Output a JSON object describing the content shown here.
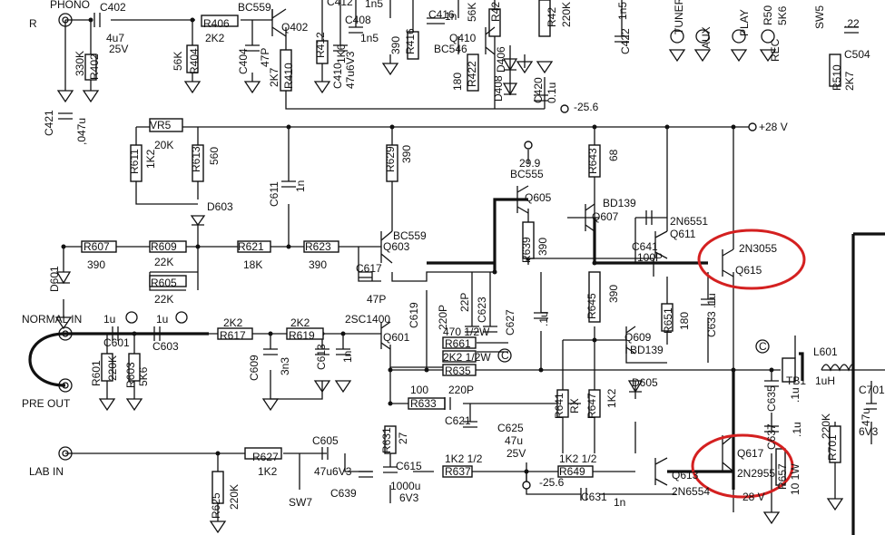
{
  "labels": [
    {
      "id": "phono",
      "text": "PHONO",
      "rot": 0
    },
    {
      "id": "c402",
      "text": "C402",
      "rot": 0
    },
    {
      "id": "r-ch",
      "text": "R",
      "rot": 0
    },
    {
      "id": "c402v",
      "text": "4u7",
      "rot": 0
    },
    {
      "id": "c402r",
      "text": "25V",
      "rot": 0
    },
    {
      "id": "r406",
      "text": "R406",
      "rot": 0
    },
    {
      "id": "r406v",
      "text": "2K2",
      "rot": 0
    },
    {
      "id": "bc559a",
      "text": "BC559",
      "rot": 0
    },
    {
      "id": "q402",
      "text": "Q402",
      "rot": 0
    },
    {
      "id": "r402v",
      "text": "330K",
      "rot": -90
    },
    {
      "id": "r402",
      "text": "R402",
      "rot": -90
    },
    {
      "id": "r404v",
      "text": "56K",
      "rot": -90
    },
    {
      "id": "r404",
      "text": "R404",
      "rot": -90
    },
    {
      "id": "c404",
      "text": "C404",
      "rot": -90
    },
    {
      "id": "c404v",
      "text": "47P",
      "rot": -90
    },
    {
      "id": "r410v",
      "text": "2K7",
      "rot": -90
    },
    {
      "id": "r410",
      "text": "R410",
      "rot": -90
    },
    {
      "id": "r412",
      "text": "R412",
      "rot": -90
    },
    {
      "id": "c412",
      "text": "C412",
      "rot": 0
    },
    {
      "id": "c408",
      "text": "C408",
      "rot": 0
    },
    {
      "id": "c408v",
      "text": "1n5",
      "rot": 0
    },
    {
      "id": "c408t",
      "text": "1n5",
      "rot": 0
    },
    {
      "id": "c410",
      "text": "C410",
      "rot": -90
    },
    {
      "id": "c410v",
      "text": "47u6V3",
      "rot": -90
    },
    {
      "id": "c410r",
      "text": "1K6",
      "rot": -90
    },
    {
      "id": "r416v",
      "text": "390",
      "rot": -90
    },
    {
      "id": "r416",
      "text": "R416",
      "rot": -90
    },
    {
      "id": "c416",
      "text": "C416",
      "rot": 0
    },
    {
      "id": "c416v",
      "text": "1n",
      "rot": 0
    },
    {
      "id": "r42x",
      "text": "R42",
      "rot": -90
    },
    {
      "id": "r42xv",
      "text": "56K",
      "rot": -90
    },
    {
      "id": "q410",
      "text": "Q410",
      "rot": 0
    },
    {
      "id": "bc546",
      "text": "BC546",
      "rot": 0
    },
    {
      "id": "r422v",
      "text": "180",
      "rot": -90
    },
    {
      "id": "r422",
      "text": "R422",
      "rot": -90
    },
    {
      "id": "d408",
      "text": "D408",
      "rot": -90
    },
    {
      "id": "d406",
      "text": "D406",
      "rot": -90
    },
    {
      "id": "c420",
      "text": "C420",
      "rot": -90
    },
    {
      "id": "c420v",
      "text": "0.1u",
      "rot": -90
    },
    {
      "id": "r42b",
      "text": "R42",
      "rot": -90
    },
    {
      "id": "r42bv",
      "text": "220K",
      "rot": -90
    },
    {
      "id": "c422",
      "text": "C422",
      "rot": -90
    },
    {
      "id": "c422v",
      "text": "1n5",
      "rot": -90
    },
    {
      "id": "neg256a",
      "text": "-25.6",
      "rot": 0
    },
    {
      "id": "tuner",
      "text": "TUNER",
      "rot": -90
    },
    {
      "id": "aux",
      "text": "AUX",
      "rot": -90
    },
    {
      "id": "play",
      "text": "PLAY",
      "rot": -90
    },
    {
      "id": "r50",
      "text": "R50",
      "rot": -90
    },
    {
      "id": "rec",
      "text": "REC",
      "rot": -90
    },
    {
      "id": "r50v",
      "text": "5K6",
      "rot": -90
    },
    {
      "id": "sw5",
      "text": "SW5",
      "rot": -90
    },
    {
      "id": "c504v",
      "text": ".22",
      "rot": 0
    },
    {
      "id": "c504",
      "text": "C504",
      "rot": 0
    },
    {
      "id": "r510",
      "text": "R510",
      "rot": -90
    },
    {
      "id": "r510v",
      "text": "2K7",
      "rot": -90
    },
    {
      "id": "c421",
      "text": "C421",
      "rot": -90
    },
    {
      "id": "c421v",
      "text": ",047u",
      "rot": -90
    },
    {
      "id": "plus28",
      "text": "+28 V",
      "rot": 0
    },
    {
      "id": "vr5",
      "text": "VR5",
      "rot": 0
    },
    {
      "id": "vr5v",
      "text": "20K",
      "rot": 0
    },
    {
      "id": "r611",
      "text": "R611",
      "rot": -90
    },
    {
      "id": "r611v",
      "text": "1K2",
      "rot": -90
    },
    {
      "id": "r613",
      "text": "R613",
      "rot": -90
    },
    {
      "id": "r613v",
      "text": "560",
      "rot": -90
    },
    {
      "id": "d603",
      "text": "D603",
      "rot": 0
    },
    {
      "id": "c611",
      "text": "C611",
      "rot": -90
    },
    {
      "id": "c611v",
      "text": "1n",
      "rot": -90
    },
    {
      "id": "r629",
      "text": "R629",
      "rot": -90
    },
    {
      "id": "r629v",
      "text": "390",
      "rot": -90
    },
    {
      "id": "v299",
      "text": "29.9",
      "rot": 0
    },
    {
      "id": "bc555",
      "text": "BC555",
      "rot": 0
    },
    {
      "id": "r643",
      "text": "R643",
      "rot": -90
    },
    {
      "id": "r643v",
      "text": "68",
      "rot": -90
    },
    {
      "id": "q605",
      "text": "Q605",
      "rot": 0
    },
    {
      "id": "bd139a",
      "text": "BD139",
      "rot": 0
    },
    {
      "id": "q607",
      "text": "Q607",
      "rot": 0
    },
    {
      "id": "n6551",
      "text": "2N6551",
      "rot": 0
    },
    {
      "id": "q611",
      "text": "Q611",
      "rot": 0
    },
    {
      "id": "r639",
      "text": "R639",
      "rot": -90
    },
    {
      "id": "r639v",
      "text": "390",
      "rot": -90
    },
    {
      "id": "c641",
      "text": "C641",
      "rot": 0
    },
    {
      "id": "c641v",
      "text": "100P",
      "rot": 0
    },
    {
      "id": "n3055",
      "text": "2N3055",
      "rot": 0
    },
    {
      "id": "q615",
      "text": "Q615",
      "rot": 0
    },
    {
      "id": "r607",
      "text": "R607",
      "rot": 0
    },
    {
      "id": "r607v",
      "text": "390",
      "rot": 0
    },
    {
      "id": "r609",
      "text": "R609",
      "rot": 0
    },
    {
      "id": "r609v",
      "text": "22K",
      "rot": 0
    },
    {
      "id": "r621",
      "text": "R621",
      "rot": 0
    },
    {
      "id": "r621v",
      "text": "18K",
      "rot": 0
    },
    {
      "id": "r623",
      "text": "R623",
      "rot": 0
    },
    {
      "id": "r623v",
      "text": "390",
      "rot": 0
    },
    {
      "id": "bc559b",
      "text": "BC559",
      "rot": 0
    },
    {
      "id": "q603",
      "text": "Q603",
      "rot": 0
    },
    {
      "id": "d601",
      "text": "D601",
      "rot": -90
    },
    {
      "id": "r605",
      "text": "R605",
      "rot": 0
    },
    {
      "id": "r605v",
      "text": "22K",
      "rot": 0
    },
    {
      "id": "c617",
      "text": "C617",
      "rot": 0
    },
    {
      "id": "c617v",
      "text": "47P",
      "rot": 0
    },
    {
      "id": "c619",
      "text": "C619",
      "rot": -90
    },
    {
      "id": "c619v",
      "text": "220P",
      "rot": -90
    },
    {
      "id": "c623v",
      "text": "22P",
      "rot": -90
    },
    {
      "id": "c623",
      "text": "C623",
      "rot": -90
    },
    {
      "id": "c627",
      "text": "C627",
      "rot": -90
    },
    {
      "id": "c627v",
      "text": ".1u",
      "rot": -90
    },
    {
      "id": "r645",
      "text": "R645",
      "rot": -90
    },
    {
      "id": "r645v",
      "text": "390",
      "rot": -90
    },
    {
      "id": "r651",
      "text": "R651",
      "rot": -90
    },
    {
      "id": "r651v",
      "text": "180",
      "rot": -90
    },
    {
      "id": "c633",
      "text": "C633 .1u",
      "rot": -90
    },
    {
      "id": "normal",
      "text": "NORMAL IN",
      "rot": 0
    },
    {
      "id": "c601v",
      "text": "1u",
      "rot": 0
    },
    {
      "id": "c601",
      "text": "C601",
      "rot": 0
    },
    {
      "id": "c603v",
      "text": "1u",
      "rot": 0
    },
    {
      "id": "c603",
      "text": "C603",
      "rot": 0
    },
    {
      "id": "r617v",
      "text": "2K2",
      "rot": 0
    },
    {
      "id": "r617",
      "text": "R617",
      "rot": 0
    },
    {
      "id": "r619v",
      "text": "2K2",
      "rot": 0
    },
    {
      "id": "r619",
      "text": "R619",
      "rot": 0
    },
    {
      "id": "sc1400",
      "text": "2SC1400",
      "rot": 0
    },
    {
      "id": "q601",
      "text": "Q601",
      "rot": 0
    },
    {
      "id": "r661v",
      "text": "470 1/2W",
      "rot": 0
    },
    {
      "id": "r661",
      "text": "R661",
      "rot": 0
    },
    {
      "id": "r635v",
      "text": "2K2 1/2W",
      "rot": 0
    },
    {
      "id": "r635",
      "text": "R635",
      "rot": 0
    },
    {
      "id": "cmark1",
      "text": "C",
      "rot": 0
    },
    {
      "id": "q609",
      "text": "Q609",
      "rot": 0
    },
    {
      "id": "bd139b",
      "text": "BD139",
      "rot": 0
    },
    {
      "id": "cmark2",
      "text": "C",
      "rot": 0
    },
    {
      "id": "tb1",
      "text": "TB1",
      "rot": 0
    },
    {
      "id": "l601",
      "text": "L601",
      "rot": 0
    },
    {
      "id": "l601v",
      "text": "1uH",
      "rot": 0
    },
    {
      "id": "c701",
      "text": "C701",
      "rot": 0
    },
    {
      "id": "c701v",
      "text": "47u",
      "rot": -90
    },
    {
      "id": "c701r",
      "text": "6V3",
      "rot": 0
    },
    {
      "id": "r601",
      "text": "R601",
      "rot": -90
    },
    {
      "id": "r601v",
      "text": "220K",
      "rot": -90
    },
    {
      "id": "r603",
      "text": "R603",
      "rot": -90
    },
    {
      "id": "r603v",
      "text": "5K6",
      "rot": -90
    },
    {
      "id": "preout",
      "text": "PRE OUT",
      "rot": 0
    },
    {
      "id": "c609",
      "text": "C609",
      "rot": -90
    },
    {
      "id": "c609v",
      "text": "3n3",
      "rot": -90
    },
    {
      "id": "c613",
      "text": "C613",
      "rot": -90
    },
    {
      "id": "c613v",
      "text": "1n",
      "rot": -90
    },
    {
      "id": "c621v",
      "text": "220P",
      "rot": 0
    },
    {
      "id": "c621",
      "text": "C621",
      "rot": 0
    },
    {
      "id": "r633v",
      "text": "100",
      "rot": 0
    },
    {
      "id": "r633",
      "text": "R633",
      "rot": 0
    },
    {
      "id": "r641",
      "text": "R641",
      "rot": -90
    },
    {
      "id": "r641v",
      "text": "RX",
      "rot": -90
    },
    {
      "id": "r647",
      "text": "R647",
      "rot": -90
    },
    {
      "id": "r647v",
      "text": "1K2",
      "rot": -90
    },
    {
      "id": "d605",
      "text": "D605",
      "rot": 0
    },
    {
      "id": "c635",
      "text": "C635",
      "rot": -90
    },
    {
      "id": "c635v",
      "text": ".1u",
      "rot": -90
    },
    {
      "id": "c637",
      "text": "C637",
      "rot": -90
    },
    {
      "id": "c637v",
      "text": ".1u",
      "rot": -90
    },
    {
      "id": "r701",
      "text": "R701",
      "rot": -90
    },
    {
      "id": "r701v",
      "text": "220K",
      "rot": -90
    },
    {
      "id": "c625",
      "text": "C625",
      "rot": 0
    },
    {
      "id": "c625v",
      "text": "47u",
      "rot": 0
    },
    {
      "id": "c625r",
      "text": "25V",
      "rot": 0
    },
    {
      "id": "r631",
      "text": "R631",
      "rot": -90
    },
    {
      "id": "r631v",
      "text": "27",
      "rot": -90
    },
    {
      "id": "lab",
      "text": "LAB IN",
      "rot": 0
    },
    {
      "id": "r627",
      "text": "R627",
      "rot": 0
    },
    {
      "id": "r627v",
      "text": "1K2",
      "rot": 0
    },
    {
      "id": "c605",
      "text": "C605",
      "rot": 0
    },
    {
      "id": "c605v",
      "text": "47u6V3",
      "rot": 0
    },
    {
      "id": "c615",
      "text": "C615",
      "rot": 0
    },
    {
      "id": "c615v",
      "text": "1000u",
      "rot": 0
    },
    {
      "id": "c615r",
      "text": "6V3",
      "rot": 0
    },
    {
      "id": "c639",
      "text": "C639",
      "rot": 0
    },
    {
      "id": "r625",
      "text": "R625",
      "rot": -90
    },
    {
      "id": "r625v",
      "text": "220K",
      "rot": -90
    },
    {
      "id": "sw7",
      "text": "SW7",
      "rot": 0
    },
    {
      "id": "r637v",
      "text": "1K2 1/2",
      "rot": 0
    },
    {
      "id": "r637",
      "text": "R637",
      "rot": 0
    },
    {
      "id": "r649v",
      "text": "1K2 1/2",
      "rot": 0
    },
    {
      "id": "r649",
      "text": "R649",
      "rot": 0
    },
    {
      "id": "neg256b",
      "text": "-25.6",
      "rot": 0
    },
    {
      "id": "c631",
      "text": "C631",
      "rot": 0
    },
    {
      "id": "c631v",
      "text": "1n",
      "rot": 0
    },
    {
      "id": "q613",
      "text": "Q613",
      "rot": 0
    },
    {
      "id": "n6554",
      "text": "2N6554",
      "rot": 0
    },
    {
      "id": "q617",
      "text": "Q617",
      "rot": 0
    },
    {
      "id": "n2955",
      "text": "2N2955",
      "rot": 0
    },
    {
      "id": "r657",
      "text": "R657",
      "rot": -90
    },
    {
      "id": "r657v",
      "text": "10 1W",
      "rot": -90
    },
    {
      "id": "v28",
      "text": "28 V",
      "rot": 0
    }
  ]
}
